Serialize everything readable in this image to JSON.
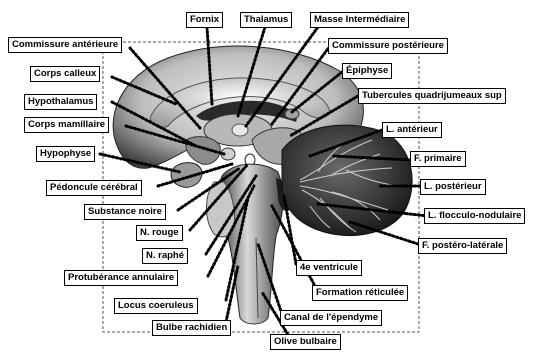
{
  "figure": {
    "subject": "Coupe sagittale médiane de l'encéphale",
    "labels": {
      "fornix": "Fornix",
      "thalamus": "Thalamus",
      "masse_intermediaire": "Masse Intermédiaire",
      "commissure_anterieure": "Commissure antérieure",
      "commissure_posterieure": "Commissure postérieure",
      "corps_calleux": "Corps calleux",
      "epiphyse": "Épiphyse",
      "hypothalamus": "Hypothalamus",
      "tubercules_quadrijumeaux": "Tubercules quadrijumeaux  sup",
      "corps_mamillaire": "Corps mamillaire",
      "l_anterieur": "L. antérieur",
      "hypophyse": "Hypophyse",
      "f_primaire": "F. primaire",
      "pedoncule_cerebral": "Pédoncule cérébral",
      "l_posterieur": "L. postérieur",
      "substance_noire": "Substance noire",
      "l_flocculo_nodulaire": "L. flocculo-nodulaire",
      "n_rouge": "N. rouge",
      "f_postero_laterale": "F. postéro-latérale",
      "n_raphe": "N. raphé",
      "quatrieme_ventricule": "4e ventricule",
      "protuberance_annulaire": "Protubérance annulaire",
      "formation_reticulee": "Formation réticulée",
      "locus_coeruleus": "Locus coeruleus",
      "canal_ependyme": "Canal de l'épendyme",
      "bulbe_rachidien": "Bulbe rachidien",
      "olive_bulbaire": "Olive bulbaire"
    }
  }
}
